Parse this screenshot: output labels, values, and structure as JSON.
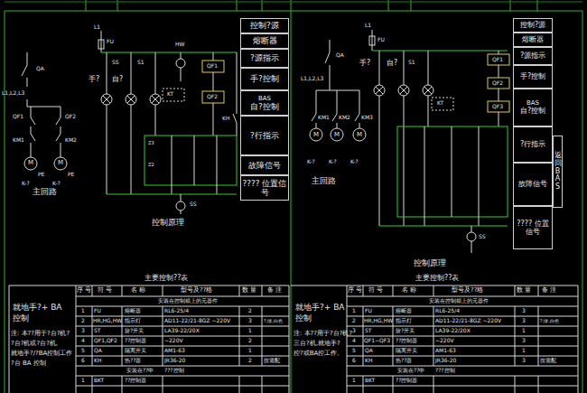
{
  "diagram": {
    "nodes": [
      {
        "text": [
          "控制?源"
        ]
      },
      {
        "text": [
          "熔断器"
        ]
      },
      {
        "text": [
          "?源指示"
        ]
      },
      {
        "text": [
          "手?控制"
        ]
      },
      {
        "text": [
          "BAS",
          "自?控制"
        ]
      },
      {
        "text": [
          "?行指示"
        ]
      },
      {
        "text": [
          "故障信号"
        ]
      },
      {
        "text": [
          "???? 位置信号"
        ]
      },
      {
        "text": [
          "控制?源"
        ]
      },
      {
        "text": [
          "熔断器"
        ]
      },
      {
        "text": [
          "?源指示"
        ]
      },
      {
        "text": [
          "手?控制"
        ]
      },
      {
        "text": [
          "BAS",
          "自?控制"
        ]
      },
      {
        "text": [
          "?行指示"
        ]
      },
      {
        "text": [
          "故障信号"
        ]
      },
      {
        "text": [
          "???? 位置信号"
        ]
      },
      {
        "text": [
          "返回",
          "BAS"
        ]
      }
    ],
    "labels": [
      "QA",
      "L1,L2,L3",
      "QF1",
      "QF2",
      "KM1",
      "KM2",
      "M",
      "M",
      "PE",
      "PE",
      "K-?",
      "K-?",
      "主回路",
      "L1",
      "FU",
      "HW",
      "SS",
      "S1",
      "手?",
      "自?",
      "QF1",
      "KT",
      "QF2",
      "KH",
      "Z3",
      "Z2",
      "SS",
      "控制原理",
      "QA",
      "L1,L2,L3",
      "KM1",
      "KM2",
      "KM3",
      "M",
      "M",
      "M",
      "K-?",
      "K-?",
      "K-?",
      "主回路",
      "L1",
      "FU",
      "手?",
      "自?",
      "S1",
      "KT",
      "QF1",
      "QF2",
      "QF3",
      "SS",
      "控制原理",
      "主要控制??表",
      "就地手?+ BA",
      "控制",
      "注: 本??用于?台?机?",
      "?台?机或?台?机,",
      "就地手?/?BA控制工作",
      "?台 BA 控制",
      "序 号",
      "符 号",
      "名 称",
      "型号及??格",
      "数 量",
      "备 注",
      "安装在控制箱上的元器件",
      "1",
      "FU",
      "熔断器",
      "RL6-25/4",
      "2",
      "2",
      "HR,HG,HW",
      "指示灯",
      "AD11-22/21-8GZ ~220V",
      "3",
      "?,绿,白色",
      "3",
      "ST",
      "旋?开关",
      "LA39-22/20X",
      "1",
      "4",
      "QF1,QF2",
      "??控制器",
      "~220V",
      "2",
      "5",
      "QA",
      "隔离开关",
      "AM1-63",
      "1",
      "6",
      "KH",
      "热??器",
      "JR36-20",
      "2",
      "按需配",
      "安装在??中",
      "???控制",
      "1",
      "BKT",
      "??控制器",
      "主要控制??表",
      "就地手?+ BA",
      "控制",
      "注: 本??用于?台?机?",
      "三台?机,就地手?",
      "控?或BA控工作。",
      "序 号",
      "符 号",
      "名 称",
      "型号及??格",
      "数 量",
      "备 注",
      "安装在控制箱上的元器件",
      "1",
      "FU",
      "熔断器",
      "RL6-25/4",
      "3",
      "2",
      "HR,HG,HW",
      "指示灯",
      "AD11-22/21-8GZ ~220V",
      "3",
      "?,绿,白色",
      "3",
      "ST",
      "旋?开关",
      "LA39-22/20X",
      "1",
      "4",
      "QF1~QF3",
      "??控制器",
      "~220V",
      "3",
      "5",
      "QA",
      "隔离开关",
      "AM1-63",
      "1",
      "6",
      "KH",
      "热??器",
      "JR36-20",
      "3",
      "按需配",
      "安装在??中",
      "???控制",
      "1",
      "BKT",
      "??控制器"
    ]
  }
}
